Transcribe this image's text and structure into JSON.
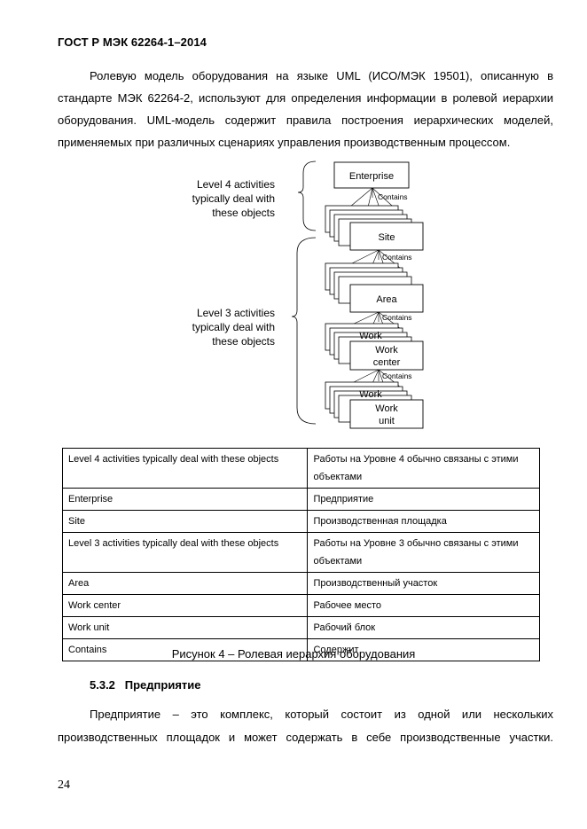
{
  "header": {
    "standard_id": "ГОСТ Р МЭК 62264-1–2014"
  },
  "intro_lines": [
    "Ролевую модель оборудования на языке UML (ИСО/МЭК 19501), описанную в",
    "стандарте МЭК 62264-2, используют для определения информации в ролевой иерархии",
    "оборудования. UML-модель содержит правила построения иерархических моделей,",
    "применяемых при различных сценариях управления производственным процессом."
  ],
  "figure": {
    "level4_label": [
      "Level 4 activities",
      "typically deal with",
      "these objects"
    ],
    "level3_label": [
      "Level 3 activities",
      "typically deal with",
      "these objects"
    ],
    "box_enterprise": "Enterprise",
    "box_site": "Site",
    "box_area": "Area",
    "box_work_center": [
      "Work",
      "center"
    ],
    "box_work_unit": [
      "Work",
      "unit"
    ],
    "contains": "Contains",
    "hidden_work_text": "Work",
    "caption": "Рисунок 4 – Ролевая иерархия оборудования"
  },
  "terms_table": {
    "rows": [
      {
        "en": "Level 4 activities typically deal with these objects",
        "ru": "Работы на Уровне 4 обычно связаны с этими объектами"
      },
      {
        "en": "Enterprise",
        "ru": "Предприятие"
      },
      {
        "en": "Site",
        "ru": "Производственная площадка"
      },
      {
        "en": "Level 3 activities typically deal with these objects",
        "ru": "Работы на Уровне 3 обычно связаны с этими объектами"
      },
      {
        "en": "Area",
        "ru": "Производственный участок"
      },
      {
        "en": "Work center",
        "ru": "Рабочее место"
      },
      {
        "en": "Work unit",
        "ru": "Рабочий блок"
      },
      {
        "en": "Contains",
        "ru": "Содержит"
      }
    ]
  },
  "section": {
    "number": "5.3.2",
    "title": "Предприятие"
  },
  "body_lines": [
    "Предприятие – это комплекс, который состоит из одной или нескольких",
    "производственных площадок и может содержать в себе производственные участки."
  ],
  "page_number": "24"
}
